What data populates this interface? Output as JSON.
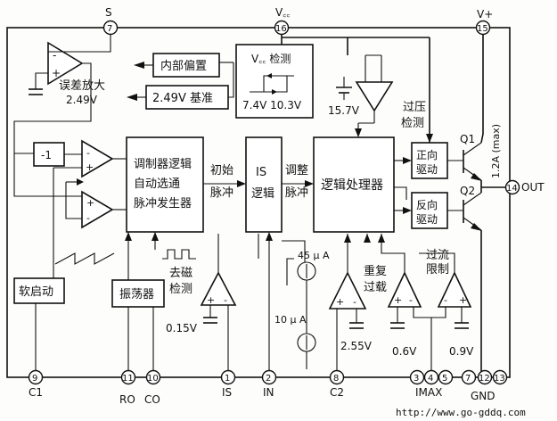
{
  "pins": {
    "s": {
      "num": "7",
      "name": "S"
    },
    "vcc": {
      "num": "16",
      "name": "V꜀꜀"
    },
    "vplus": {
      "num": "15",
      "name": "V+"
    },
    "c1": {
      "num": "9",
      "name": "C1"
    },
    "ro": {
      "num": "11",
      "name": "RO"
    },
    "co": {
      "num": "10",
      "name": "CO"
    },
    "is": {
      "num": "1",
      "name": "IS"
    },
    "in": {
      "num": "2",
      "name": "IN"
    },
    "c2": {
      "num": "8",
      "name": "C2"
    },
    "p3": {
      "num": "3",
      "name": ""
    },
    "p4": {
      "num": "4",
      "name": ""
    },
    "p5": {
      "num": "5",
      "name": ""
    },
    "imax": {
      "name": "IMAX"
    },
    "p7": {
      "num": "7",
      "name": ""
    },
    "p12": {
      "num": "12",
      "name": ""
    },
    "p13": {
      "num": "13",
      "name": ""
    },
    "gnd": {
      "name": "GND"
    },
    "out": {
      "num": "14",
      "name": "OUT"
    }
  },
  "blocks": {
    "internal_bias": "内部偏置",
    "ref_249": "2.49V 基准",
    "vcc_detect_title": "V꜀꜀ 检测",
    "vcc_detect_values": "7.4V 10.3V",
    "error_amp_label": "误差放大",
    "error_amp_value": "2.49V",
    "neg1": "-1",
    "modulator_l1": "调制器逻辑",
    "modulator_l2": "自动选通",
    "modulator_l3": "脉冲发生器",
    "initial_pulse_l1": "初始",
    "initial_pulse_l2": "脉冲",
    "is_logic_l1": "IS",
    "is_logic_l2": "逻辑",
    "adjust_pulse_l1": "调整",
    "adjust_pulse_l2": "脉冲",
    "logic_processor": "逻辑处理器",
    "ov_detect_l1": "过压",
    "ov_detect_l2": "检测",
    "fwd_drive_l1": "正向",
    "fwd_drive_l2": "驱动",
    "rev_drive_l1": "反向",
    "rev_drive_l2": "驱动",
    "soft_start": "软启动",
    "oscillator": "振荡器",
    "demag_l1": "去磁",
    "demag_l2": "检测",
    "repeat_l1": "重复",
    "repeat_l2": "过载",
    "oc_l1": "过流",
    "oc_l2": "限制"
  },
  "values": {
    "v157": "15.7V",
    "v015": "0.15V",
    "v255": "2.55V",
    "v06": "0.6V",
    "v09": "0.9V",
    "i45": "45 μ A",
    "i10": "10 μ A",
    "imax_out": "1.2A (max)",
    "q1": "Q1",
    "q2": "Q2",
    "opamp_plus": "+",
    "opamp_minus": "-"
  },
  "watermark": "http://www.go-gddq.com"
}
